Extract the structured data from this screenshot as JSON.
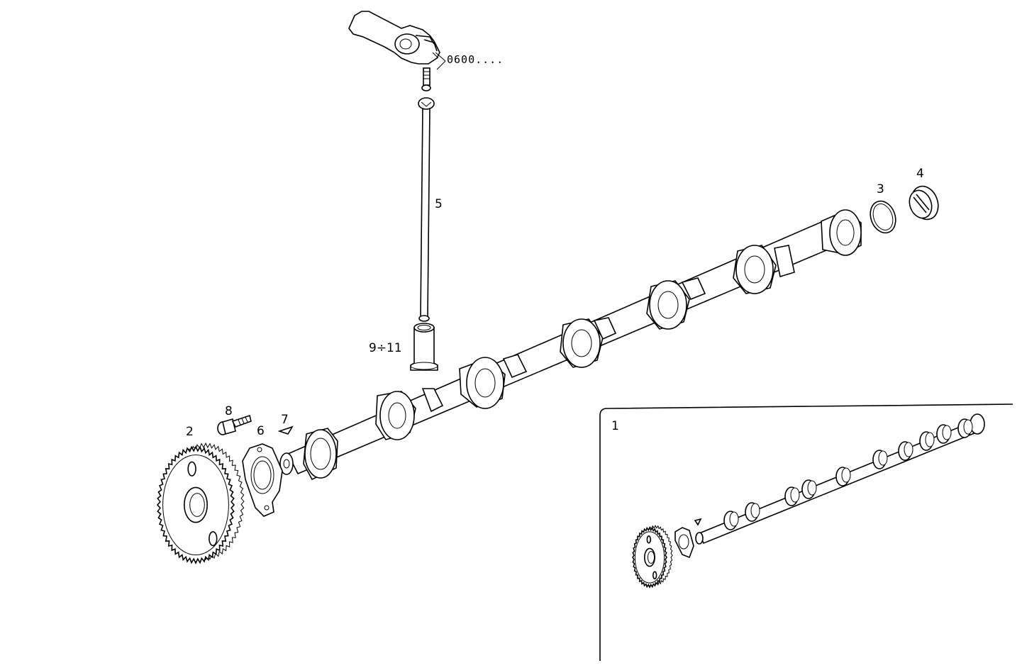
{
  "callouts": {
    "rocker_ref": "0600....",
    "item_1": "1",
    "item_2": "2",
    "item_3": "3",
    "item_4": "4",
    "item_5": "5",
    "item_6": "6",
    "item_7": "7",
    "item_8": "8",
    "item_9_11": "9÷11"
  }
}
